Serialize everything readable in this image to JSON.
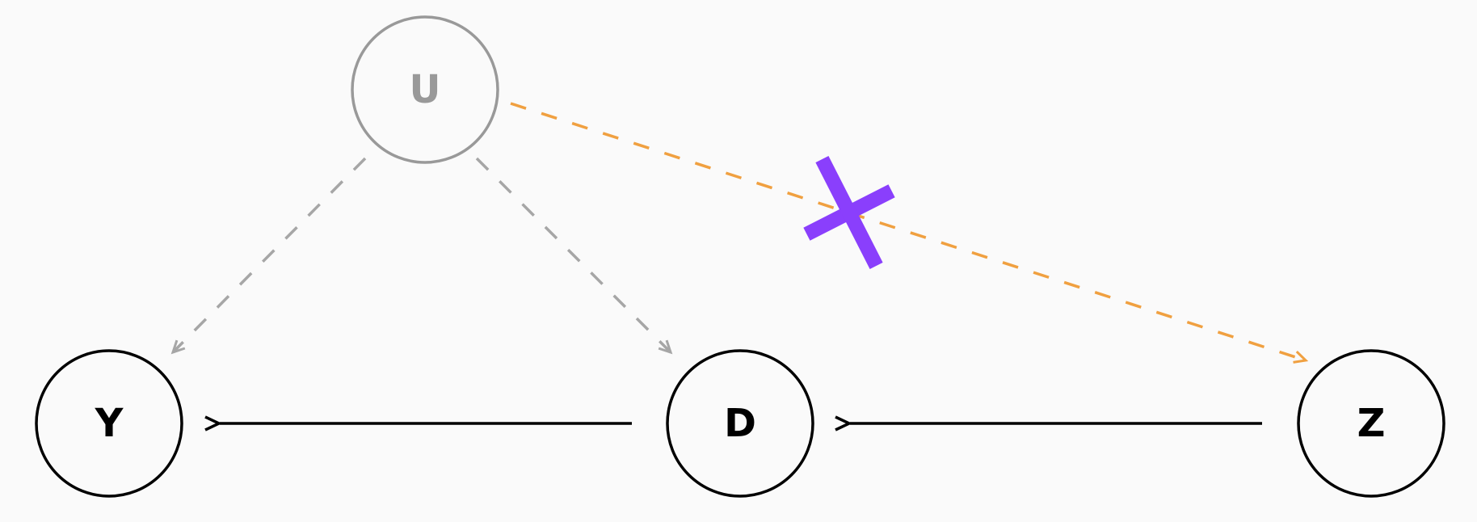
{
  "diagram": {
    "nodes": {
      "u": {
        "label": "U",
        "observed": false
      },
      "y": {
        "label": "Y",
        "observed": true
      },
      "d": {
        "label": "D",
        "observed": true
      },
      "z": {
        "label": "Z",
        "observed": true
      }
    },
    "edges": [
      {
        "from": "U",
        "to": "Y",
        "style": "dashed",
        "color": "#a6a6a6"
      },
      {
        "from": "U",
        "to": "D",
        "style": "dashed",
        "color": "#a6a6a6"
      },
      {
        "from": "U",
        "to": "Z",
        "style": "dashed",
        "color": "#f0a040",
        "blocked": true
      },
      {
        "from": "D",
        "to": "Y",
        "style": "solid",
        "color": "#000000"
      },
      {
        "from": "Z",
        "to": "D",
        "style": "solid",
        "color": "#000000"
      }
    ],
    "block_mark_color": "#8a3ffc",
    "colors": {
      "background": "#fafafa",
      "observed_node": "#000000",
      "latent_node": "#999999",
      "latent_edge": "#a6a6a6",
      "blocked_edge": "#f0a040",
      "block_mark": "#8a3ffc"
    }
  }
}
